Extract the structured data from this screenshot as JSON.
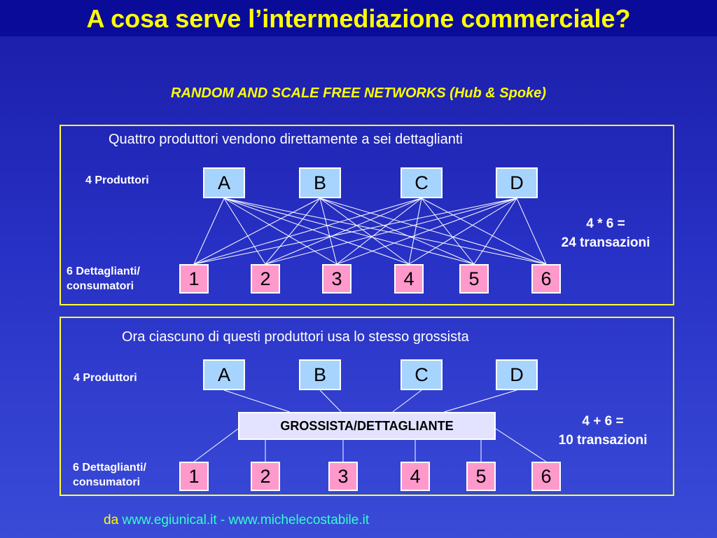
{
  "title": "A cosa serve l’intermediazione commerciale?",
  "subtitle": "RANDOM AND SCALE FREE NETWORKS (Hub & Spoke)",
  "panel1": {
    "caption": "Quattro produttori vendono direttamente a sei dettaglianti",
    "producers_label": "4 Produttori",
    "retailers_label_line1": "6 Dettaglianti/",
    "retailers_label_line2": "consumatori",
    "formula_line1": "4 * 6 =",
    "formula_line2": "24 transazioni",
    "producers": [
      "A",
      "B",
      "C",
      "D"
    ],
    "retailers": [
      "1",
      "2",
      "3",
      "4",
      "5",
      "6"
    ]
  },
  "panel2": {
    "caption": "Ora ciascuno di questi produttori usa lo stesso grossista",
    "producers_label": "4 Produttori",
    "retailers_label_line1": "6 Dettaglianti/",
    "retailers_label_line2": "consumatori",
    "hub_label": "GROSSISTA/DETTAGLIANTE",
    "formula_line1": "4 + 6 =",
    "formula_line2": "10 transazioni",
    "producers": [
      "A",
      "B",
      "C",
      "D"
    ],
    "retailers": [
      "1",
      "2",
      "3",
      "4",
      "5",
      "6"
    ]
  },
  "footer": {
    "prefix": "da",
    "link1": "www.egiunical.it",
    "separator": "-",
    "link2": "www.michelecostabile.it"
  },
  "colors": {
    "title": "#ffff00",
    "panel_border": "#ffff33",
    "producer_box": "#a7d4ff",
    "retailer_box": "#ff99cc",
    "hub_box": "#e3e3ff",
    "link": "#33ffcc"
  }
}
